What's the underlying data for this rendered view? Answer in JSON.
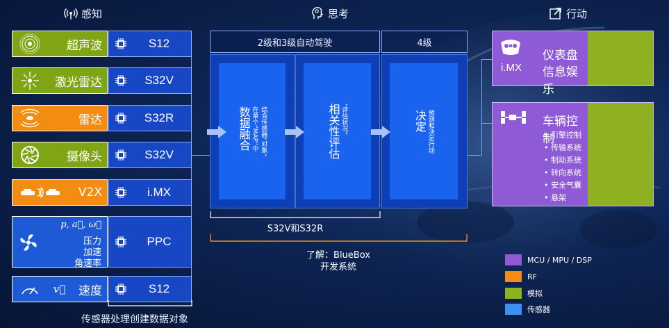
{
  "headers": {
    "sense": "感知",
    "think": "思考",
    "act": "行动"
  },
  "sensors": [
    {
      "label": "超声波",
      "chip": "S12",
      "icon": "ultrasonic-icon"
    },
    {
      "label": "激光雷达",
      "chip": "S32V",
      "icon": "lidar-icon"
    },
    {
      "label": "雷达",
      "chip": "S32R",
      "icon": "radar-icon"
    },
    {
      "label": "摄像头",
      "chip": "S32V",
      "icon": "camera-aperture-icon"
    },
    {
      "label": "V2X",
      "chip": "i.MX",
      "icon": "v2x-cars-icon"
    },
    {
      "label": "速度",
      "chip": "S12",
      "icon": "speedometer-icon",
      "symbol": "v⃗"
    }
  ],
  "ppc": {
    "chip": "PPC",
    "symbols": "p, a⃗, ω⃗",
    "lines": [
      "压力",
      "加速",
      "角速率"
    ],
    "icon": "fan-icon"
  },
  "sensor_footnote": "传感器处理创建数据对象",
  "levels": {
    "left": "2级和3级自动驾驶",
    "right": "4级"
  },
  "stages": [
    {
      "title": "数据融合",
      "sub": [
        "在单个“MAP”中",
        "结合传感器“对象”"
      ]
    },
    {
      "title": "相关性评估",
      "sub": [
        "“评估状况”"
      ]
    },
    {
      "title": "决定",
      "sub": [
        "预测和决定行动"
      ]
    }
  ],
  "brace_small": "S32V和S32R",
  "brace_large": [
    "了解：BlueBox",
    "开发系统"
  ],
  "act": {
    "dashboard": {
      "chip": "i.MX",
      "lines": [
        "仪表盘",
        "信息娱乐"
      ]
    },
    "vehicle": {
      "title": "车辆控制",
      "items": [
        "引擎控制",
        "传输系统",
        "制动系统",
        "转向系统",
        "安全气囊",
        "悬架"
      ]
    }
  },
  "legend": [
    {
      "label": "MCU / MPU / DSP",
      "color": "#8f5ad6"
    },
    {
      "label": "RF",
      "color": "#f28c12"
    },
    {
      "label": "模拟",
      "color": "#8fb020"
    },
    {
      "label": "传感器",
      "color": "#3f8ef0"
    }
  ]
}
